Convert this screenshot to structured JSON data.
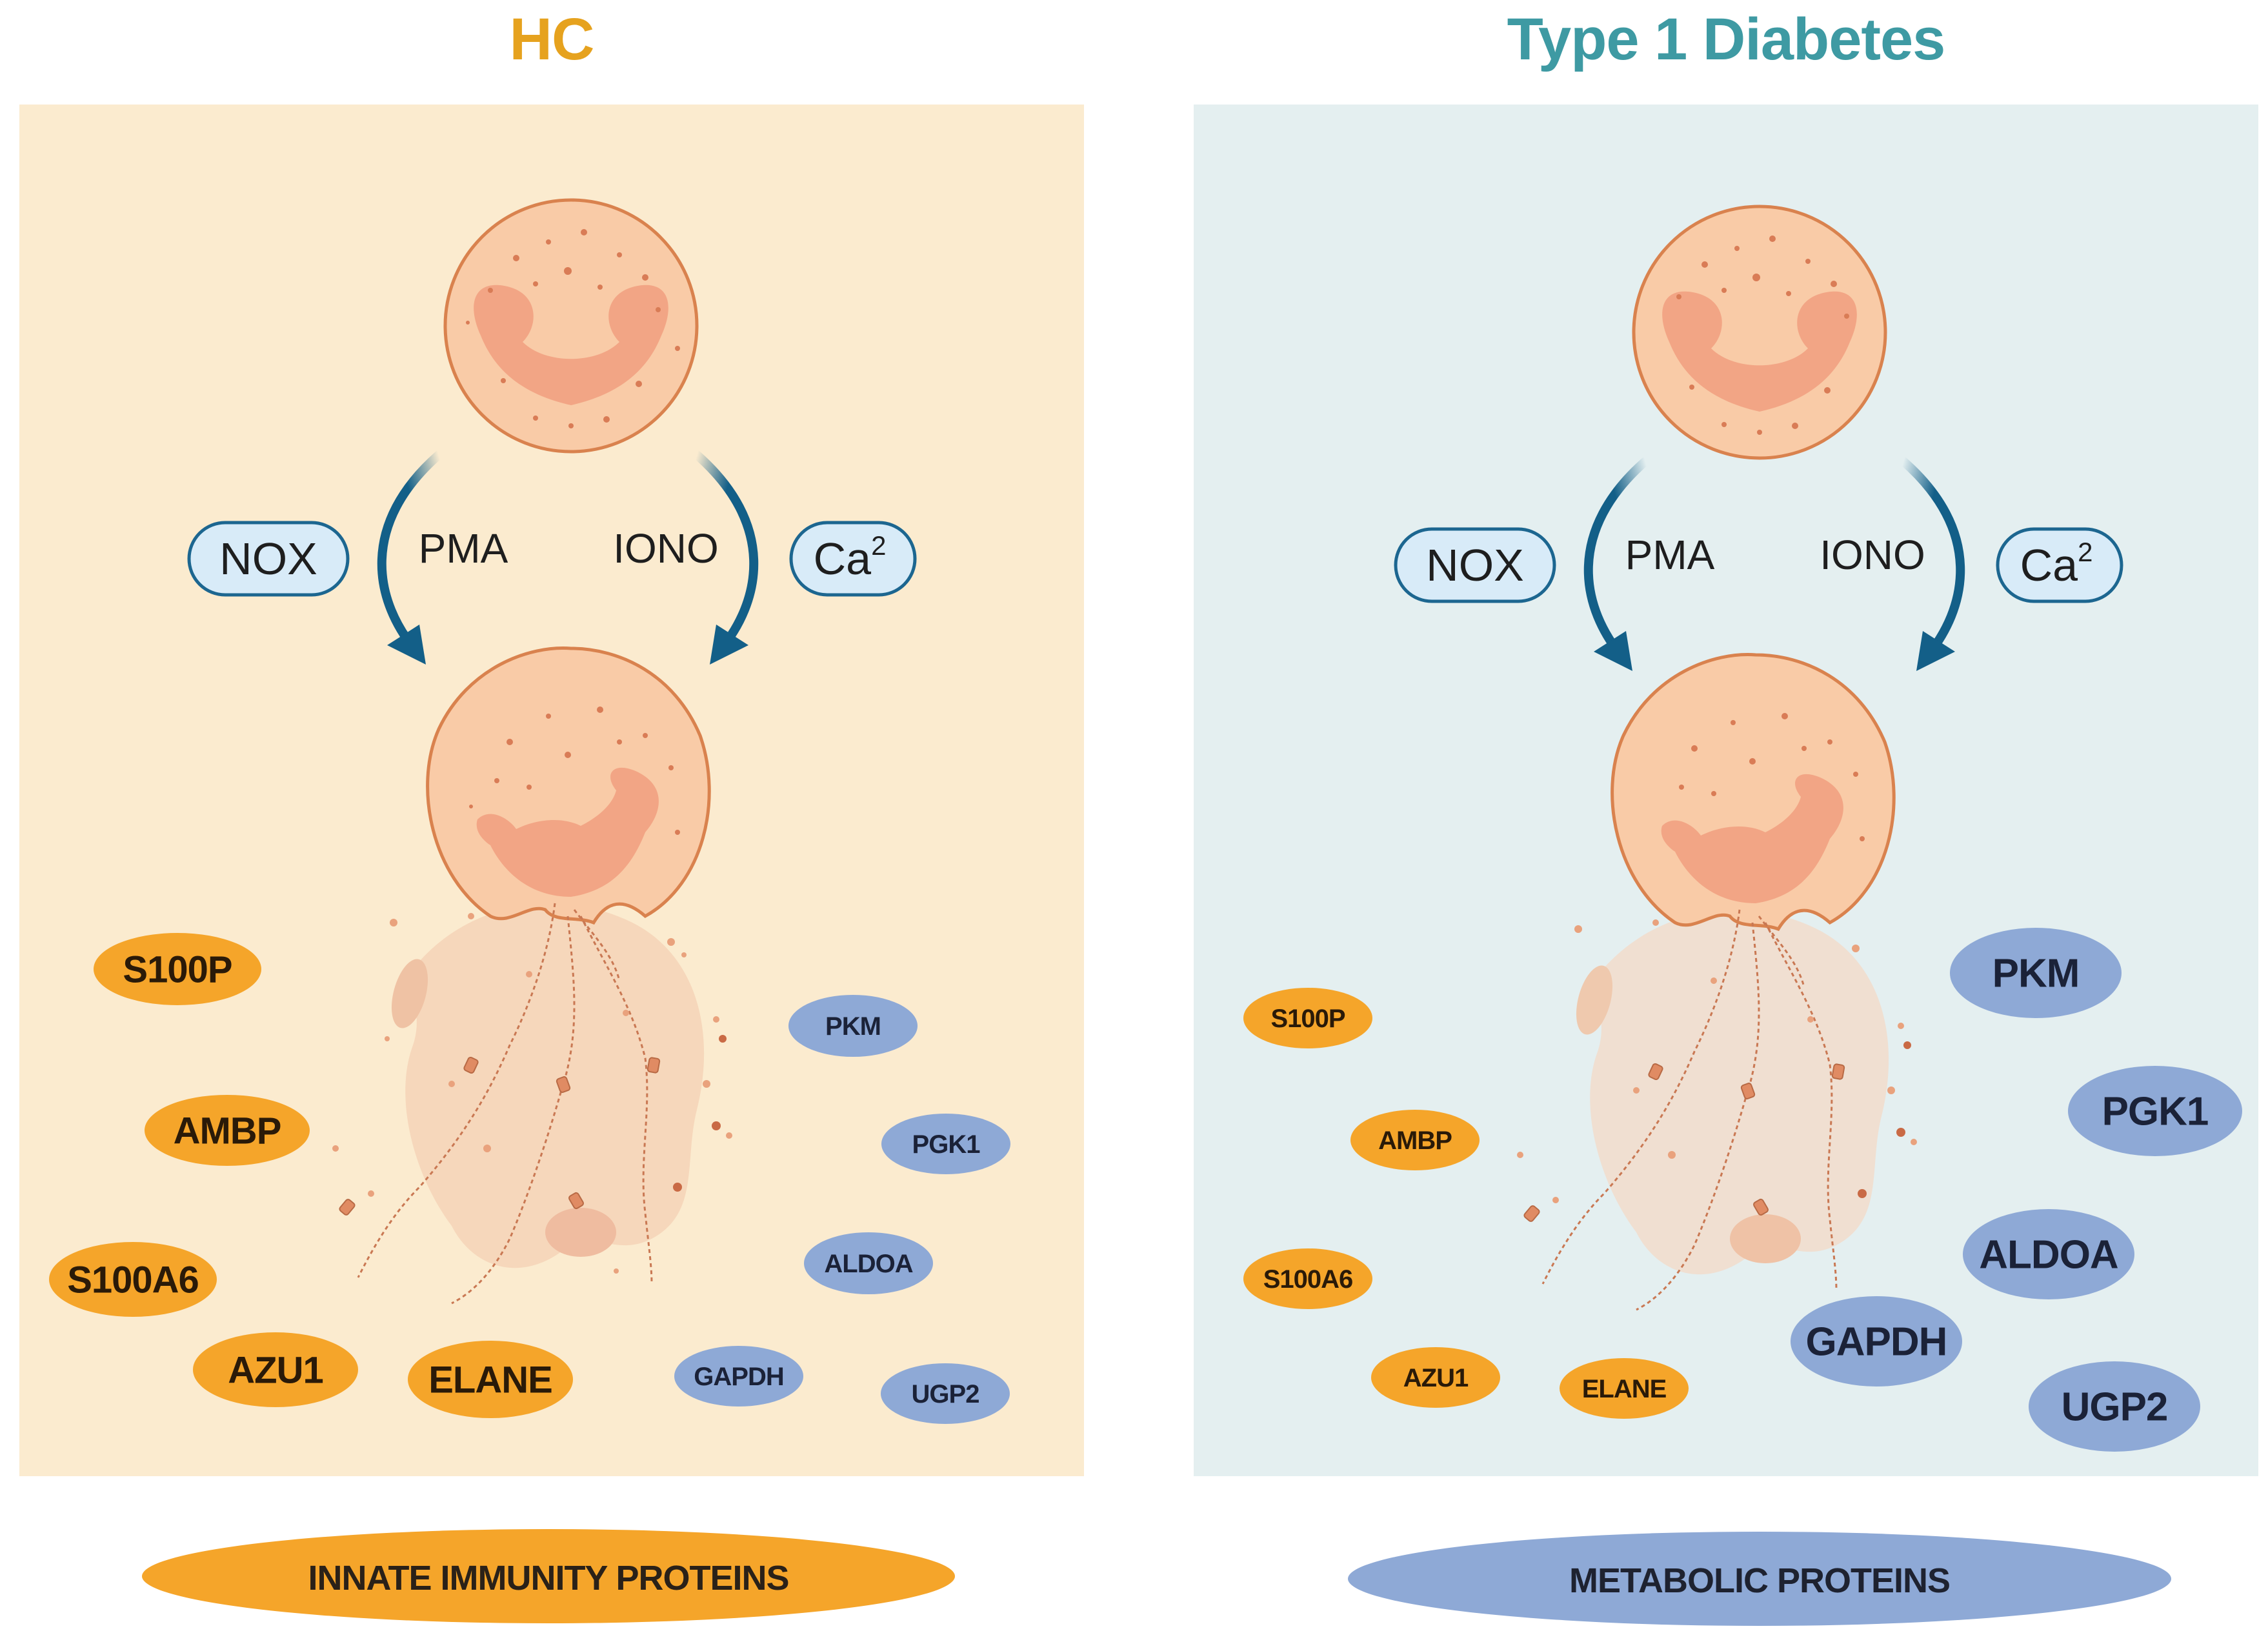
{
  "colors": {
    "hc_title": "#E6A21E",
    "t1d_title": "#3E9AA3",
    "hc_panel": "#FBEBCF",
    "t1d_panel": "#E4EFF0",
    "orange_protein": "#F5A52A",
    "blue_protein": "#8EA9D6",
    "arrow": "#135F88",
    "cell_fill": "#F9CBA7",
    "cell_stroke": "#D9824E",
    "nucleus": "#F2A585",
    "pill_fill": "#D8EBF8",
    "pill_stroke": "#1C6690"
  },
  "panels": [
    {
      "title": "HC",
      "stimuli": {
        "left_label": "PMA",
        "right_label": "IONO",
        "left_pill": "NOX",
        "right_pill_base": "Ca",
        "right_pill_sup": "2"
      },
      "proteins": [
        {
          "label": "S100P",
          "color": "orange"
        },
        {
          "label": "AMBP",
          "color": "orange"
        },
        {
          "label": "S100A6",
          "color": "orange"
        },
        {
          "label": "AZU1",
          "color": "orange"
        },
        {
          "label": "ELANE",
          "color": "orange"
        },
        {
          "label": "PKM",
          "color": "blue"
        },
        {
          "label": "PGK1",
          "color": "blue"
        },
        {
          "label": "ALDOA",
          "color": "blue"
        },
        {
          "label": "GAPDH",
          "color": "blue"
        },
        {
          "label": "UGP2",
          "color": "blue"
        }
      ],
      "footer": {
        "label": "INNATE IMMUNITY PROTEINS",
        "color": "orange"
      }
    },
    {
      "title": "Type 1 Diabetes",
      "stimuli": {
        "left_label": "PMA",
        "right_label": "IONO",
        "left_pill": "NOX",
        "right_pill_base": "Ca",
        "right_pill_sup": "2"
      },
      "proteins": [
        {
          "label": "S100P",
          "color": "orange"
        },
        {
          "label": "AMBP",
          "color": "orange"
        },
        {
          "label": "S100A6",
          "color": "orange"
        },
        {
          "label": "AZU1",
          "color": "orange"
        },
        {
          "label": "ELANE",
          "color": "orange"
        },
        {
          "label": "PKM",
          "color": "blue"
        },
        {
          "label": "PGK1",
          "color": "blue"
        },
        {
          "label": "ALDOA",
          "color": "blue"
        },
        {
          "label": "GAPDH",
          "color": "blue"
        },
        {
          "label": "UGP2",
          "color": "blue"
        }
      ],
      "footer": {
        "label": "METABOLIC PROTEINS",
        "color": "blue"
      }
    }
  ]
}
